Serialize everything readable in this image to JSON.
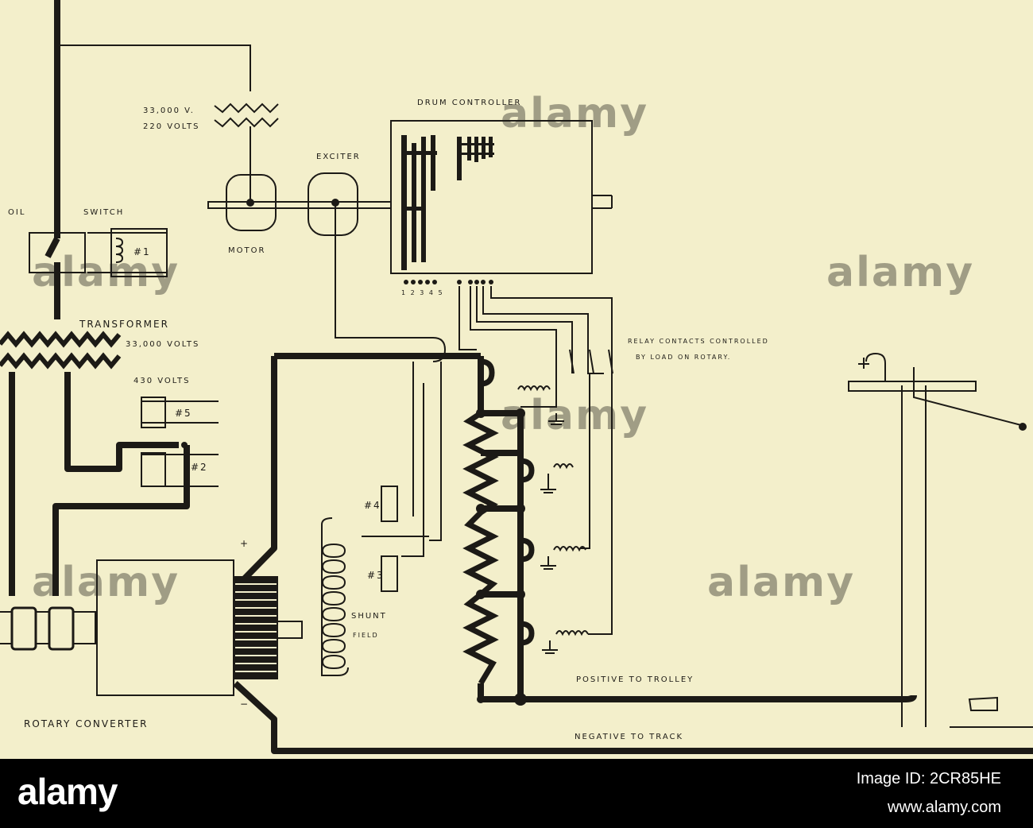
{
  "labels": {
    "high_voltage": "33,000 V.",
    "low_voltage": "220 VOLTS",
    "drum_controller": "DRUM CONTROLLER",
    "exciter": "EXCITER",
    "oil_switch_oil": "OIL",
    "oil_switch_switch": "SWITCH",
    "motor": "MOTOR",
    "contact_numbers": "1 2 3 4 5",
    "transformer": "TRANSFORMER",
    "transformer_primary": "33,000 VOLTS",
    "transformer_secondary": "430 VOLTS",
    "relay_line1": "RELAY CONTACTS CONTROLLED",
    "relay_line2": "BY LOAD ON ROTARY.",
    "coil_1": "#1",
    "coil_2": "#2",
    "coil_3": "#3",
    "coil_4": "#4",
    "coil_5": "#5",
    "plus": "+",
    "minus": "−",
    "shunt": "SHUNT",
    "field": "FIELD",
    "positive": "POSITIVE TO TROLLEY",
    "negative": "NEGATIVE TO TRACK",
    "rotary_converter": "ROTARY CONVERTER"
  },
  "watermark": "alamy",
  "footer": {
    "brand": "alamy",
    "image_id": "Image ID: 2CR85HE",
    "url": "www.alamy.com"
  },
  "colors": {
    "paper": "#f3efcb",
    "ink": "#1c1a16",
    "footer_bg": "#000000",
    "footer_text": "#ffffff"
  }
}
